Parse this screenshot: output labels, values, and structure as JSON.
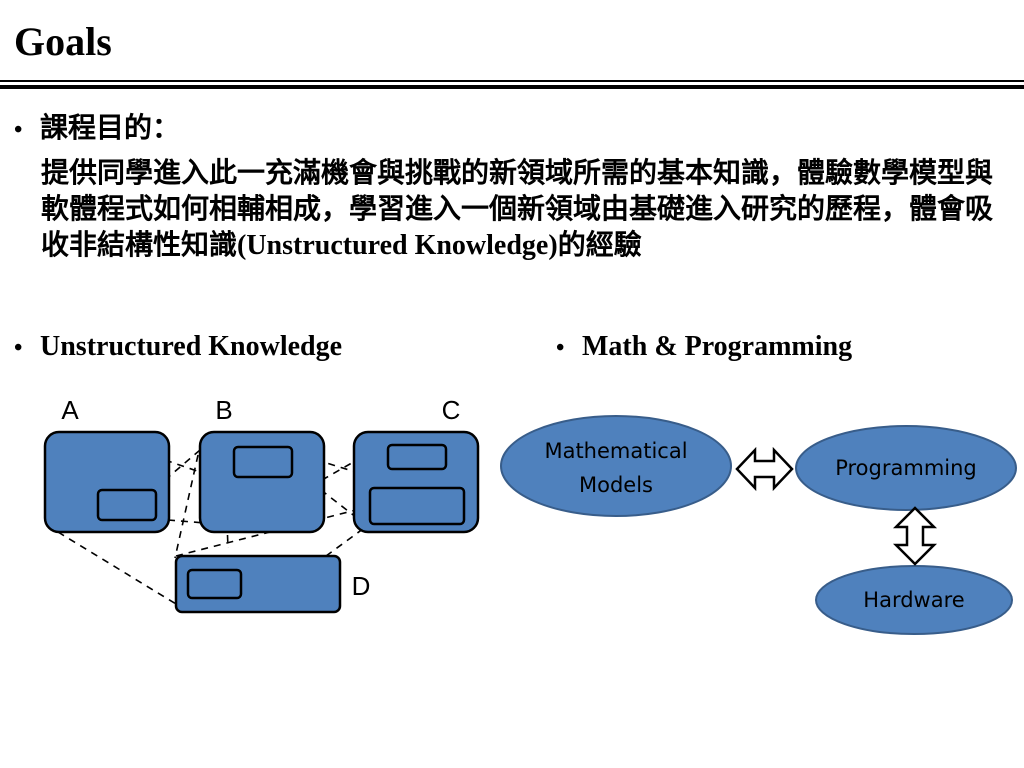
{
  "slide": {
    "title": "Goals",
    "bullet1": "課程目的：",
    "paragraph": "提供同學進入此一充滿機會與挑戰的新領域所需的基本知識，體驗數學模型與軟體程式如何相輔相成，學習進入一個新領域由基礎進入研究的歷程，體會吸收非結構性知識(Unstructured Knowledge)的經驗",
    "bullet_left": "Unstructured Knowledge",
    "bullet_right": "Math & Programming",
    "bullet_glyph": "•"
  },
  "diagram_left": {
    "labels": {
      "a": "A",
      "b": "B",
      "c": "C",
      "d": "D"
    }
  },
  "diagram_right": {
    "node_math_line1": "Mathematical",
    "node_math_line2": "Models",
    "node_programming": "Programming",
    "node_hardware": "Hardware"
  },
  "colors": {
    "shape_fill": "#4F81BD",
    "shape_stroke": "#000000",
    "ellipse_stroke": "#385D8A"
  }
}
